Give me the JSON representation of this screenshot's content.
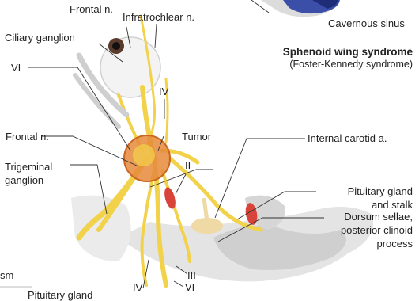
{
  "labels": {
    "frontal_top": "Frontal n.",
    "infratrochlear": "Infratrochlear n.",
    "ciliary_ganglion": "Ciliary ganglion",
    "vi_top": "VI",
    "iv_top": "IV",
    "frontal_left": "Frontal n.",
    "tumor": "Tumor",
    "trigeminal_1": "Trigeminal",
    "trigeminal_2": "ganglion",
    "ii": "II",
    "iv_bottom": "IV",
    "iii": "III",
    "vi_bottom": "VI",
    "cavernous_sinus": "Cavernous sinus",
    "internal_carotid": "Internal carotid a.",
    "pituitary_1": "Pituitary gland",
    "pituitary_2": "and stalk",
    "dorsum_1": "Dorsum sellae,",
    "dorsum_2": "posterior clinoid",
    "dorsum_3": "process",
    "cut_sm": "sm",
    "cut_pit": "Pituitary gland"
  },
  "syndrome": {
    "title": "Sphenoid wing syndrome",
    "subtitle": "(Foster-Kennedy syndrome)"
  },
  "colors": {
    "nerve": "#f2d24a",
    "tumor": "#e58a3a",
    "artery": "#d9443a",
    "bone": "#dedede",
    "sinus": "#3b4ea8",
    "leader": "#333333"
  }
}
